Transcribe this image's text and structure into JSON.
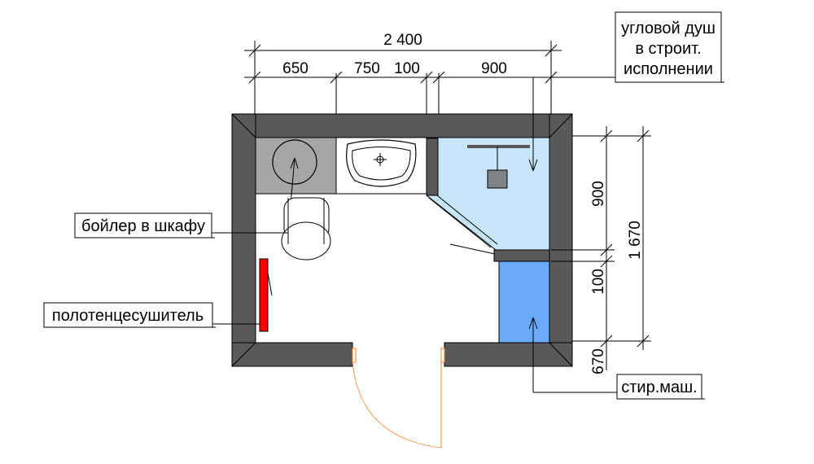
{
  "plan": {
    "dimensions_top": {
      "overall": "2 400",
      "segments": [
        "650",
        "750",
        "100",
        "900"
      ]
    },
    "dimensions_right": {
      "overall": "1 670",
      "segments": [
        "900",
        "100",
        "670"
      ]
    },
    "labels": {
      "shower": [
        "угловой душ",
        "в строит.",
        "исполнении"
      ],
      "boiler": "бойлер в шкафу",
      "towel_dryer": "полотенцесушитель",
      "washing_machine": "стир.маш."
    },
    "colors": {
      "wall": "#58595b",
      "cabinet": "#a6a6a6",
      "shower": "#c7e6fb",
      "washing_machine": "#6aaaf8",
      "towel_dryer": "#ff0000",
      "door": "#ff7f27"
    }
  }
}
